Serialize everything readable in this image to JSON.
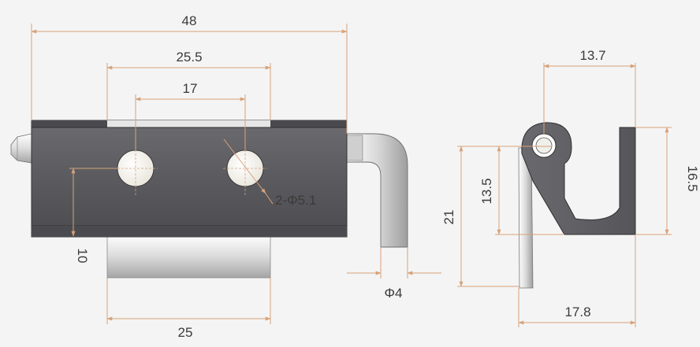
{
  "front_view": {
    "dims": {
      "overall_width": "48",
      "hole_outer": "25.5",
      "hole_spacing": "17",
      "hole_callout": "2-Φ5.1",
      "height_10": "10",
      "base_width": "25",
      "pin_dia": "Φ4"
    }
  },
  "side_view": {
    "dims": {
      "top_width": "13.7",
      "height_13_5": "13.5",
      "height_21": "21",
      "height_16_5": "16.5",
      "bottom_width": "17.8"
    }
  },
  "colors": {
    "dimension_line": "#d7a27a",
    "body_dark": "#5e5e62",
    "text": "#3a3a3a",
    "background": "#f4f4f4"
  }
}
